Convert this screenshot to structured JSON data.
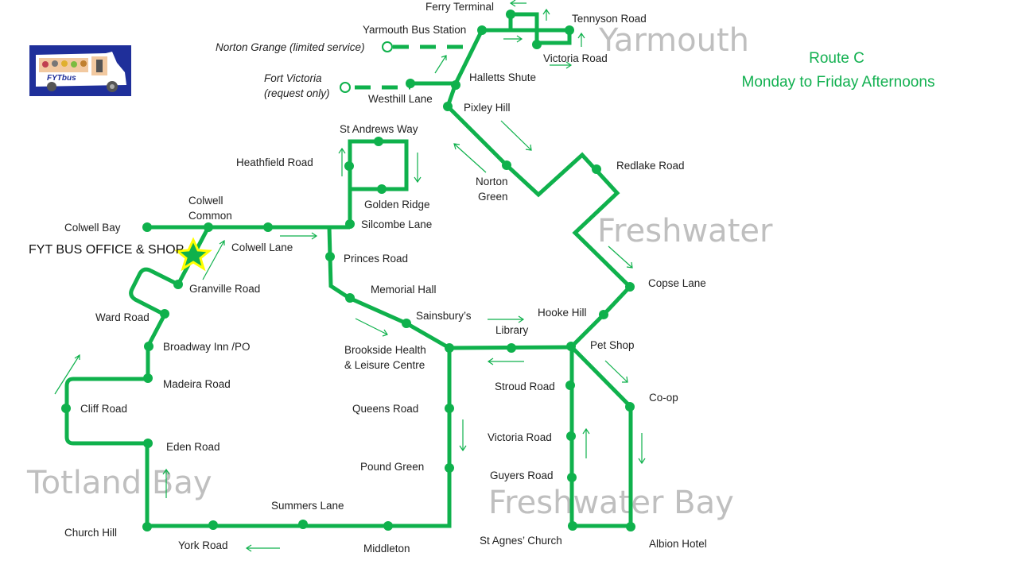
{
  "header": {
    "route_title": "Route C",
    "schedule": "Monday to Friday Afternoons"
  },
  "logo": {
    "brand": "FYTbus",
    "icon": "bus-logo-icon"
  },
  "colors": {
    "route_line": "#0fb14c",
    "area_label": "#bfbfbf",
    "title": "#12b050",
    "logo_bg": "#1f2f9a",
    "office_star": "#0fb14c",
    "office_star_outline": "#ffff00"
  },
  "areas": {
    "yarmouth": "Yarmouth",
    "freshwater": "Freshwater",
    "totland_bay": "Totland Bay",
    "freshwater_bay": "Freshwater Bay"
  },
  "office": {
    "label": "FYT BUS OFFICE & SHOP",
    "icon": "star-icon"
  },
  "stops": {
    "ferry_terminal": "Ferry Terminal",
    "tennyson_road": "Tennyson Road",
    "yarmouth_bus_station": "Yarmouth  Bus Station",
    "victoria_road_yarmouth": "Victoria Road",
    "norton_grange": "Norton Grange (limited service)",
    "fort_victoria_1": "Fort Victoria",
    "fort_victoria_2": "(request only)",
    "halletts_shute": "Halletts Shute",
    "westhill_lane": "Westhill Lane",
    "pixley_hill": "Pixley Hill",
    "st_andrews_way": "St Andrews  Way",
    "heathfield_road": "Heathfield Road",
    "golden_ridge": "Golden  Ridge",
    "norton_green_1": "Norton",
    "norton_green_2": "Green",
    "redlake_road": "Redlake Road",
    "colwell_common_1": "Colwell",
    "colwell_common_2": "Common",
    "colwell_bay": "Colwell Bay",
    "silcombe_lane": "Silcombe  Lane",
    "colwell_lane": "Colwell Lane",
    "princes_road": "Princes Road",
    "granville_road": "Granville Road",
    "memorial_hall": "Memorial  Hall",
    "copse_lane": "Copse Lane",
    "ward_road": "Ward  Road",
    "sainsburys": "Sainsbury’s",
    "hooke_hill": "Hooke  Hill",
    "library": "Library",
    "broadway_inn": "Broadway Inn /PO",
    "brookside_1": "Brookside Health",
    "brookside_2": "& Leisure Centre",
    "pet_shop": "Pet Shop",
    "madeira_road": "Madeira Road",
    "stroud_road": "Stroud  Road",
    "co_op": "Co-op",
    "cliff_road": "Cliff Road",
    "queens_road": "Queens Road",
    "victoria_road_fw": "Victoria Road",
    "eden_road": "Eden Road",
    "pound_green": "Pound  Green",
    "guyers_road": "Guyers Road",
    "summers_lane": "Summers  Lane",
    "church_hill": "Church Hill",
    "york_road": "York Road",
    "middleton": "Middleton",
    "st_agnes_church": "St Agnes’ Church",
    "albion_hotel": "Albion Hotel"
  }
}
